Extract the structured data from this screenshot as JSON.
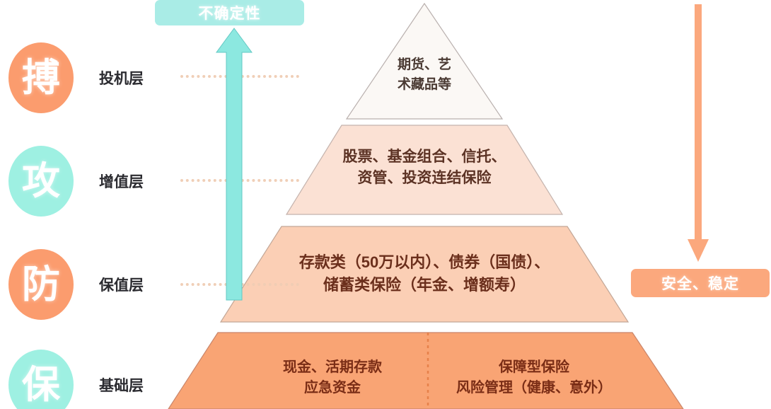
{
  "markers": [
    {
      "glyph": "搏",
      "label": "投机层",
      "color": "#fb9c6e",
      "name": "speculation"
    },
    {
      "glyph": "攻",
      "label": "增值层",
      "color": "#9ef0e2",
      "name": "appreciation"
    },
    {
      "glyph": "防",
      "label": "保值层",
      "color": "#fb9c6e",
      "name": "preservation"
    },
    {
      "glyph": "保",
      "label": "基础层",
      "color": "#9ef0e2",
      "name": "foundation"
    }
  ],
  "chips": {
    "uncertainty": "不确定性",
    "stable": "安全、稳定"
  },
  "pyramid": {
    "apex": {
      "line1": "期货、艺",
      "line2": "术藏品等"
    },
    "second": {
      "line1": "股票、基金组合、信托、",
      "line2": "资管、投资连结保险"
    },
    "third": {
      "line1": "存款类（50万以内）、债券（国债）、",
      "line2": "储蓄类保险（年金、增额寿）"
    },
    "base_left": {
      "line1": "现金、活期存款",
      "line2": "应急资金"
    },
    "base_right": {
      "line1": "保障型保险",
      "line2": "风险管理（健康、意外）"
    }
  },
  "colors": {
    "orange_circle": "#fb9c6e",
    "cyan_circle": "#9ef0e2",
    "arrow_up": "#8ce8e0",
    "arrow_down": "#fba87d",
    "tier_apex_fill": "#fbf8f5",
    "tier_second_fill": "#fbe1d4",
    "tier_third_fill": "#fbcfb5",
    "tier_base_fill": "#f9a474",
    "dotted_line": "#f0cdb4"
  }
}
